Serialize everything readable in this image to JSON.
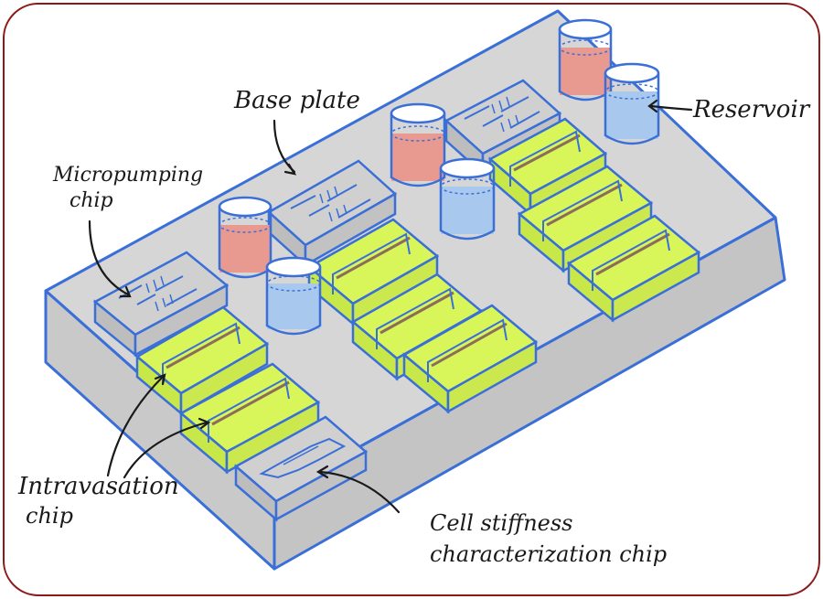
{
  "labels": {
    "base_plate": "Base plate",
    "micropumping_l1": "Micropumping",
    "micropumping_l2": "chip",
    "reservoir": "Reservoir",
    "intravasation_l1": "Intravasation",
    "intravasation_l2": "chip",
    "stiffness_l1": "Cell stiffness",
    "stiffness_l2": "characterization chip"
  },
  "colors": {
    "frame_border": "#8b1a1a",
    "outline_blue": "#3a6fd8",
    "plate_top": "#d6d6d6",
    "plate_side": "#c9c9c9",
    "chip_green": "#d8f55a",
    "reservoir_red": "#e89a90",
    "reservoir_blue": "#a9c8ee",
    "ink": "#1a1a1a"
  }
}
